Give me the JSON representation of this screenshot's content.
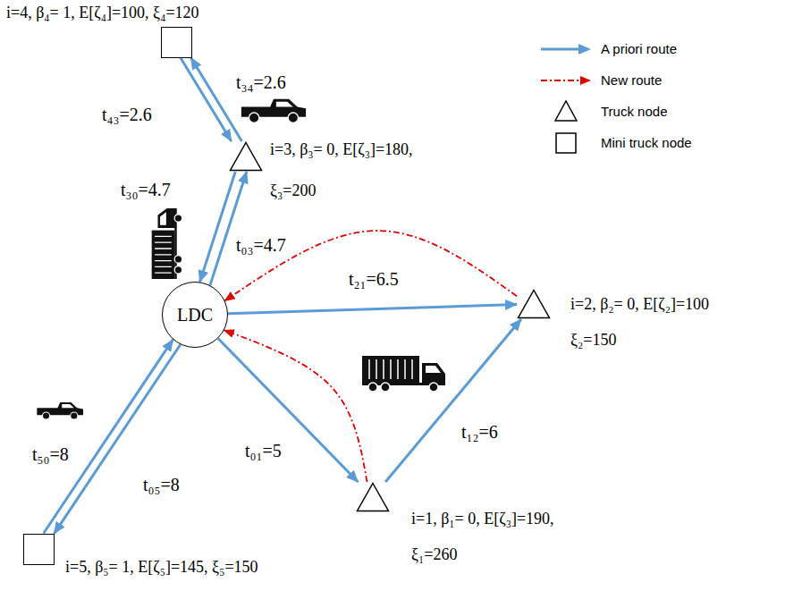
{
  "diagram": {
    "nodes": [
      {
        "text": [
          "i=4, β₄= 1, E[ζ₄]=100, ξ₄=120"
        ]
      },
      {
        "text": [
          "i=3, β₃= 0, E[ζ₃]=180, ξ₃=200"
        ]
      },
      {
        "text": [
          "LDC"
        ]
      },
      {
        "text": [
          "i=2, β₂= 0, E[ζ₂]=100 ξ₂=150"
        ]
      },
      {
        "text": [
          "i=1, β₁= 0, E[ζ₃]=190, ξ₁=260"
        ]
      },
      {
        "text": [
          "i=5, β₅= 1, E[ζ₅]=145, ξ₅=150"
        ]
      }
    ],
    "edges": [
      {
        "from": 0,
        "to": 1,
        "arrow": "to",
        "label": "t₄₃=2.6"
      },
      {
        "from": 1,
        "to": 0,
        "arrow": "to",
        "label": "t₃₄=2.6"
      },
      {
        "from": 1,
        "to": 2,
        "arrow": "to",
        "label": "t₃₀=4.7"
      },
      {
        "from": 2,
        "to": 1,
        "arrow": "to",
        "label": "t₀₃=4.7"
      },
      {
        "from": 2,
        "to": 3,
        "arrow": "to",
        "label": "t₂₁=6.5"
      },
      {
        "from": 2,
        "to": 4,
        "arrow": "to",
        "label": "t₀₁=5"
      },
      {
        "from": 4,
        "to": 3,
        "arrow": "to",
        "label": "t₁₂=6"
      },
      {
        "from": 5,
        "to": 2,
        "arrow": "to",
        "label": "t₅₀=8"
      },
      {
        "from": 2,
        "to": 5,
        "arrow": "to",
        "label": "t₀₅=8"
      },
      {
        "from": 3,
        "to": 2,
        "arrow": "to"
      },
      {
        "from": 4,
        "to": 2,
        "arrow": "to"
      }
    ],
    "legend": [
      {
        "text": "A priori route"
      },
      {
        "text": "New route"
      },
      {
        "text": "Truck node"
      },
      {
        "text": "Mini truck node"
      }
    ]
  }
}
